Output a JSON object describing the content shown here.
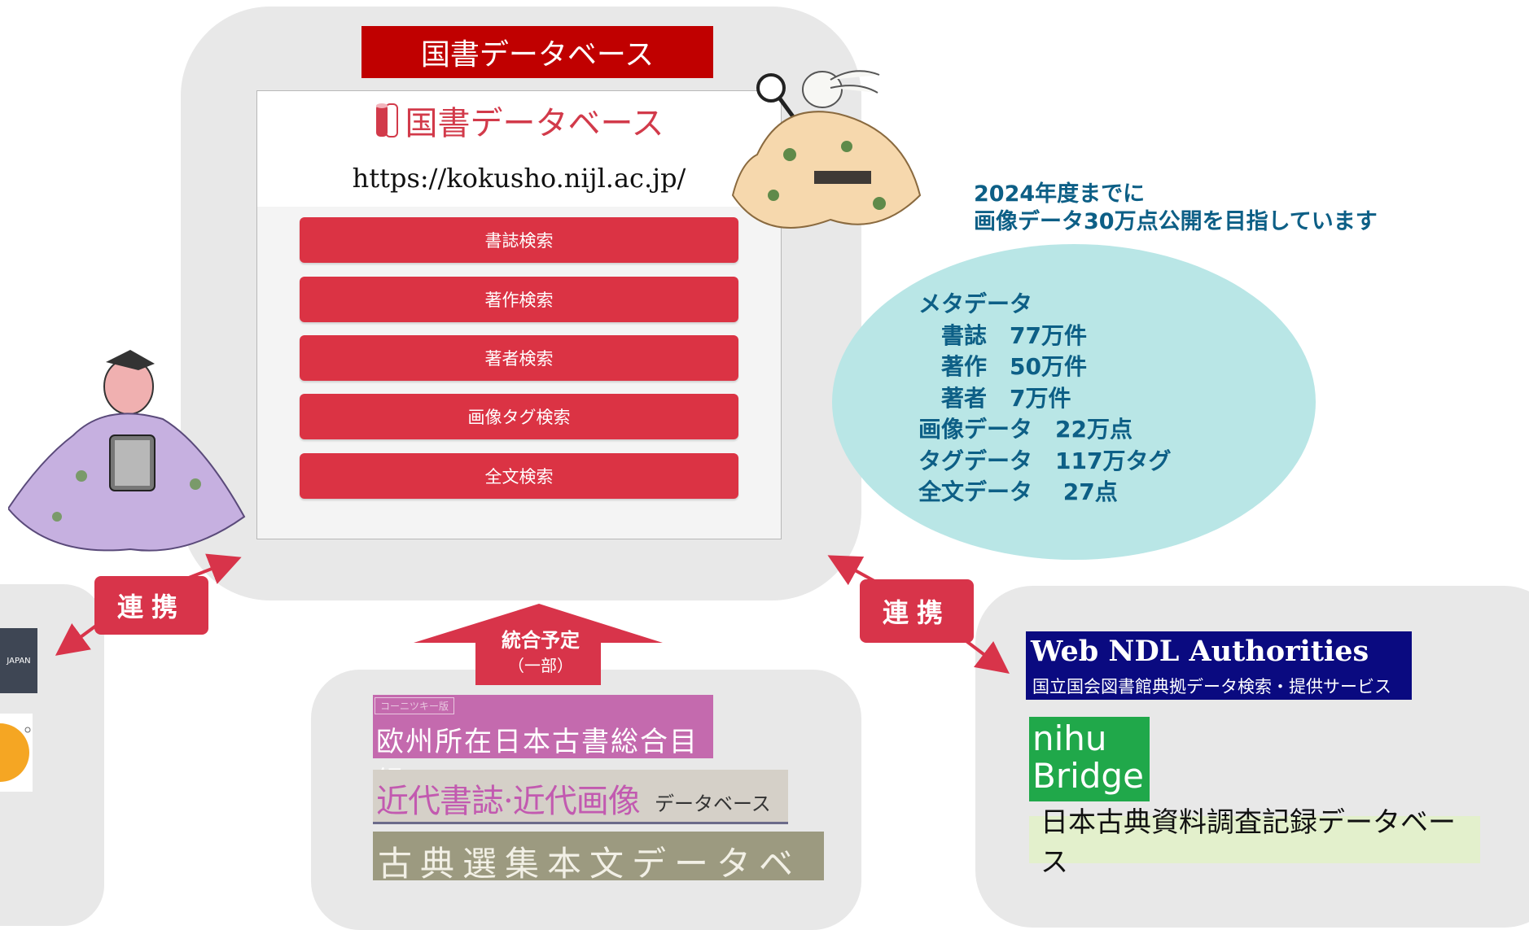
{
  "main": {
    "banner_title": "国書データベース",
    "logo_text": "国書データベース",
    "url": "https://kokusho.nijl.ac.jp/",
    "buttons": [
      "書誌検索",
      "著作検索",
      "著者検索",
      "画像タグ検索",
      "全文検索"
    ]
  },
  "goal": {
    "line1": "2024年度までに",
    "line2": "画像データ30万点公開を目指しています"
  },
  "stats": [
    "メタデータ",
    "　書誌　77万件",
    "　著作　50万件",
    "　著者　7万件",
    "画像データ　22万点",
    "タグデータ　117万タグ",
    "全文データ　 27点"
  ],
  "links": {
    "left_label": "連携",
    "right_label": "連携",
    "integration_label": "統合予定",
    "integration_sub": "（一部）"
  },
  "bottom_dbs": {
    "euro_small": "コーニツキー版",
    "euro_title": "欧州所在日本古書総合目録",
    "kindai_title": "近代書誌·近代画像",
    "kindai_suffix": "データベース",
    "koten_title": "古典選集本文データベース"
  },
  "right_dbs": {
    "ndl_title": "Web NDL Authorities",
    "ndl_subtitle": "国立国会図書館典拠データ検索・提供サービス",
    "nihu_line1": "nihu",
    "nihu_line2": "Bridge",
    "koten_chosa": "日本古典資料調査記録データベース"
  },
  "left_dbs": {
    "dark_logo_text": "JAPAN"
  },
  "colors": {
    "banner_red": "#c00000",
    "button_red": "#db3344",
    "link_red": "#d8344a",
    "stat_text": "#0d5f86",
    "ellipse": "#b9e6e6",
    "panel_gray": "#e8e8e8",
    "ndl_navy": "#0a0a80",
    "nihu_green": "#20a84a"
  }
}
